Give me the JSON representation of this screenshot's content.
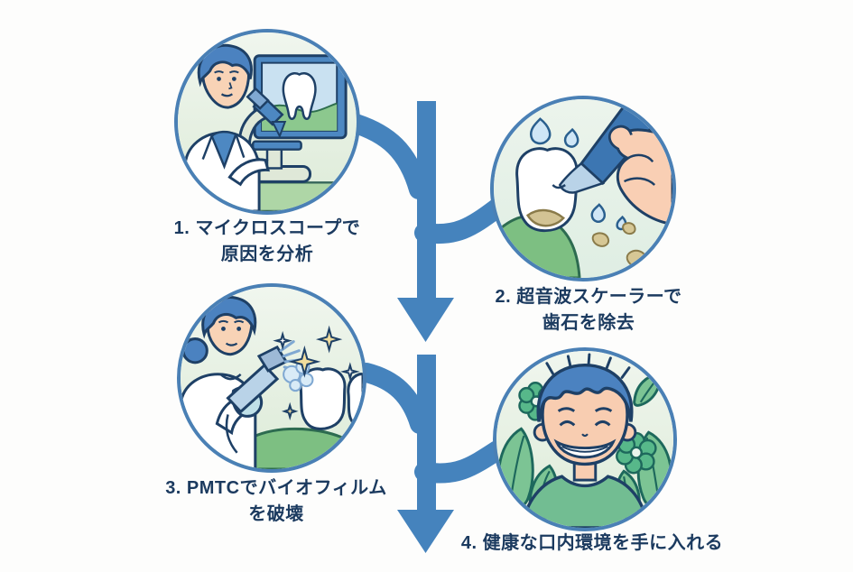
{
  "diagram": {
    "type": "flowchart",
    "language": "ja",
    "topic": "dental-care-4-step-process",
    "direction": "top-to-bottom",
    "steps": [
      {
        "id": 1,
        "illustration": "microscope-analysis-illustration",
        "lines": [
          "1. マイクロスコープで",
          "原因を分析"
        ]
      },
      {
        "id": 2,
        "illustration": "ultrasonic-scaler-illustration",
        "lines": [
          "2. 超音波スケーラーで",
          "歯石を除去"
        ]
      },
      {
        "id": 3,
        "illustration": "pmtc-polishing-illustration",
        "lines": [
          "3. PMTCでバイオフィルム",
          "を破壊"
        ]
      },
      {
        "id": 4,
        "illustration": "healthy-smile-illustration",
        "lines": [
          "4. 健康な口内環境を手に入れる"
        ]
      }
    ]
  },
  "colors": {
    "arrow": "#4583bd",
    "circle_border": "#4a80b5",
    "caption_text": "#1b3a5f",
    "background": "#fdfdfc",
    "circle_fill_top": "#f0f6ee",
    "circle_fill_bottom": "#dcead7",
    "outline_navy": "#1e4066",
    "green_gum": "#7dbf82",
    "leaf_green": "#7cc494",
    "hair_blue": "#4b82c0",
    "skin_peach": "#f8d0b4",
    "tartar_tan": "#d2c394",
    "sparkle_gold": "#f1dd9d",
    "water_blue": "#cfe6f6"
  }
}
